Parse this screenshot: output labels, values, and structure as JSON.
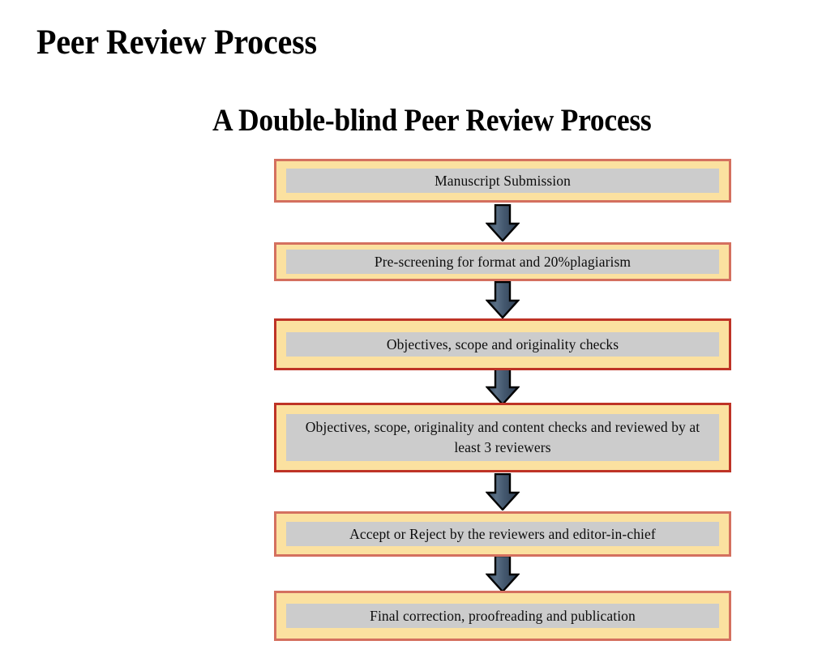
{
  "page": {
    "title": "Peer Review Process",
    "chart_title": "A Double-blind Peer Review Process"
  },
  "colors": {
    "box_fill": "#FBE1A0",
    "box_border": "#D4705F",
    "box_border_emphasis": "#BE3326",
    "inner_fill": "#CCCCCC",
    "arrow_fill": "#3F536B",
    "arrow_outline": "#000000",
    "text": "#0D0D0D",
    "background": "#FFFFFF"
  },
  "flowchart": {
    "orientation": "vertical",
    "connector_icon": "down-arrow-icon",
    "steps": [
      {
        "index": 1,
        "label": "Manuscript Submission",
        "emphasis": false
      },
      {
        "index": 2,
        "label": "Pre-screening for format and 20%plagiarism",
        "emphasis": false
      },
      {
        "index": 3,
        "label": "Objectives, scope and originality checks",
        "emphasis": true
      },
      {
        "index": 4,
        "label": "Objectives, scope, originality and content checks and reviewed by at least 3 reviewers",
        "emphasis": true
      },
      {
        "index": 5,
        "label": "Accept or Reject by the reviewers and editor-in-chief",
        "emphasis": false
      },
      {
        "index": 6,
        "label": "Final correction, proofreading and publication",
        "emphasis": false
      }
    ]
  }
}
